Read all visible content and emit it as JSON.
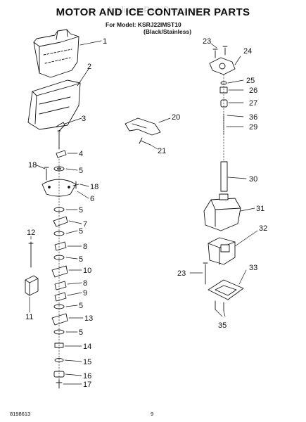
{
  "header": {
    "watermark": "AppliancePartsPros.com",
    "title": "MOTOR AND ICE CONTAINER PARTS",
    "model_line": "For Model: KSRJ22IMST10",
    "variant_line": "(Black/Stainless)"
  },
  "footer": {
    "doc_number": "8198613",
    "page_number": "9"
  },
  "callouts": [
    "1",
    "2",
    "3",
    "4",
    "5",
    "18",
    "6",
    "18",
    "5",
    "7",
    "5",
    "8",
    "5",
    "9",
    "10",
    "8",
    "9",
    "5",
    "13",
    "5",
    "14",
    "15",
    "16",
    "17",
    "12",
    "11",
    "20",
    "21",
    "23",
    "24",
    "25",
    "26",
    "27",
    "36",
    "29",
    "30",
    "31",
    "32",
    "23",
    "33",
    "35"
  ],
  "colors": {
    "ink": "#111111",
    "watermark": "#c8c8c8",
    "background": "#ffffff"
  }
}
